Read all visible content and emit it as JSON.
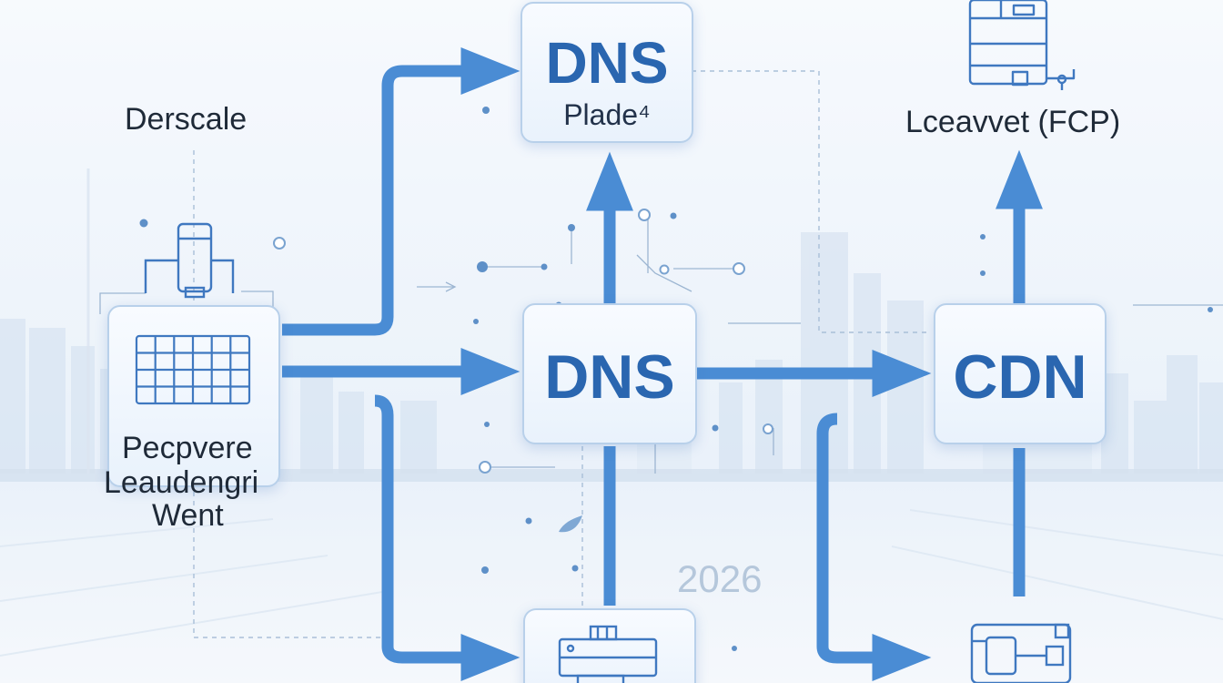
{
  "labels": {
    "top_left": "Derscale",
    "left_line1": "Pecpvere",
    "left_line2": "Leaudengri",
    "left_line3": "Went",
    "top_right": "Lceavvet (FCP)"
  },
  "nodes": {
    "dns_top": {
      "title": "DNS",
      "subtitle": "Plade⁴"
    },
    "dns_center": {
      "title": "DNS"
    },
    "cdn": {
      "title": "CDN"
    }
  },
  "watermark_year": "2026",
  "icons": {
    "left_node": "grid-panel-icon",
    "left_device": "device-icon",
    "top_right": "server-rack-icon",
    "bottom_center": "storage-box-icon",
    "bottom_right": "hardware-module-icon"
  },
  "colors": {
    "arrow": "#4a8cd4",
    "node_text": "#2a66b0",
    "node_border": "#b8d0ea",
    "icon_stroke": "#3f78c0",
    "background": "#eef4fb"
  }
}
